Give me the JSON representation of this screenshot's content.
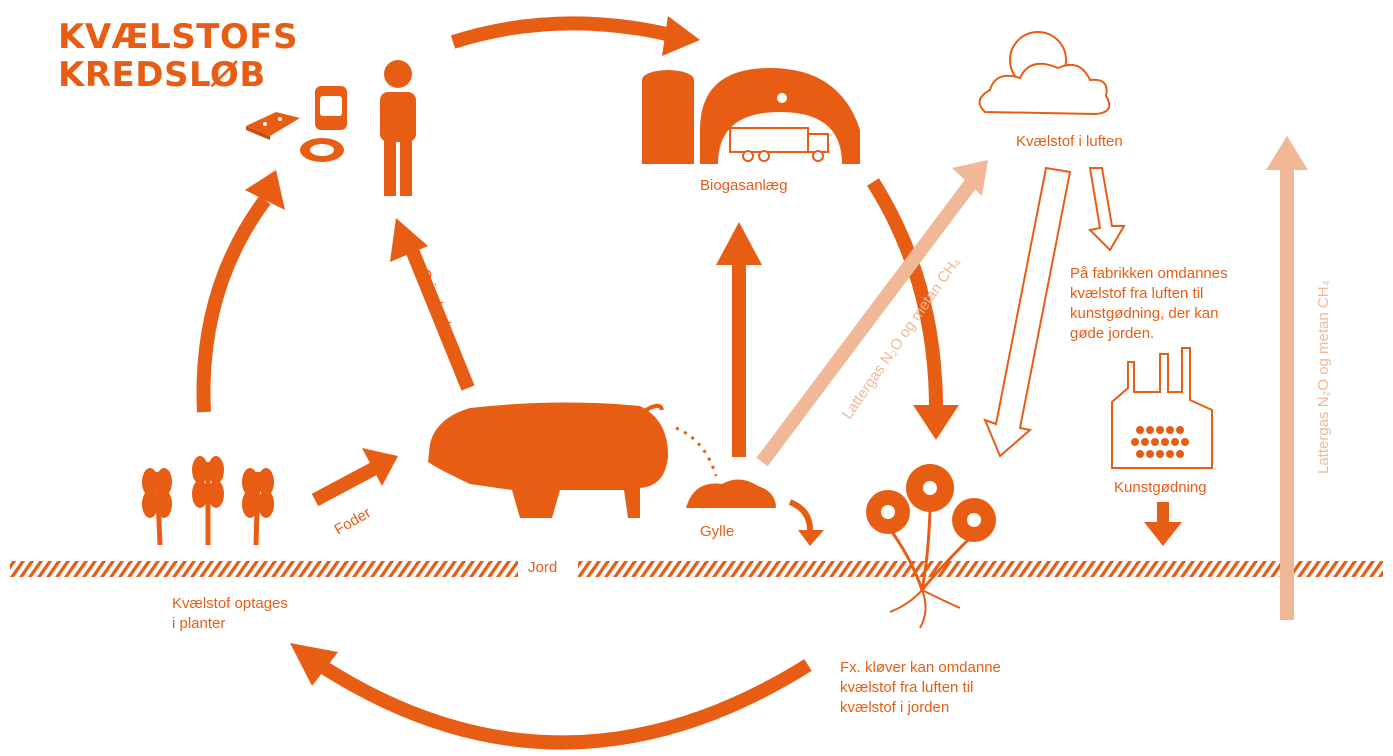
{
  "title": {
    "line1": "KVÆLSTOFS",
    "line2": "KREDSLØB"
  },
  "colors": {
    "primary": "#e85d14",
    "light": "#f0b896",
    "background": "#ffffff"
  },
  "labels": {
    "biogas": "Biogasanlæg",
    "air": "Kvælstof i luften",
    "factory_note": [
      "På fabrikken omdannes",
      "kvælstof fra luften til",
      "kunstgødning, der kan",
      "gøde jorden."
    ],
    "fertilizer": "Kunstgødning",
    "pork": "Grisekød",
    "feed": "Foder",
    "slurry": "Gylle",
    "soil": "Jord",
    "uptake": [
      "Kvælstof optages",
      "i planter"
    ],
    "clover": [
      "Fx. kløver kan omdanne",
      "kvælstof fra luften til",
      "kvælstof i jorden"
    ],
    "gas1": "Lattergas N₂O og metan CH₄",
    "gas2": "Lattergas N₂O og metan CH₄"
  },
  "icons": [
    "cheese-icon",
    "jar-icon",
    "meat-icon",
    "person-icon",
    "silo-icon",
    "barn-icon",
    "truck-icon",
    "cloud-icon",
    "sun-icon",
    "pig-icon",
    "manure-icon",
    "wheat-icon",
    "clover-icon",
    "factory-icon"
  ]
}
